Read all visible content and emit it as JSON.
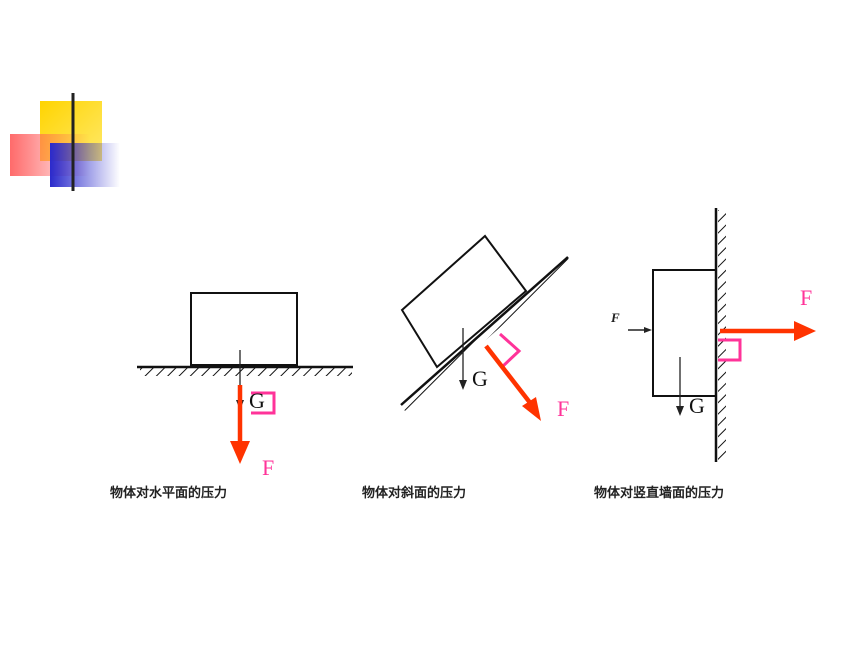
{
  "colors": {
    "gravity": "#222222",
    "force": "#ff3300",
    "right_angle": "#ff3399",
    "label_f": "#ff3399",
    "deco_yellow": "#ffd400",
    "deco_red": "#ff5a5a",
    "deco_blue": "#2a2acc",
    "header_line": "#333333"
  },
  "panels": [
    {
      "id": "horizontal",
      "gravity_label": "G",
      "force_label": "F",
      "caption": "物体对水平面的压力"
    },
    {
      "id": "incline",
      "gravity_label": "G",
      "force_label": "F",
      "caption": "物体对斜面的压力"
    },
    {
      "id": "wall",
      "gravity_label": "G",
      "force_label": "F",
      "push_label": "F",
      "caption": "物体对竖直墙面的压力"
    }
  ]
}
